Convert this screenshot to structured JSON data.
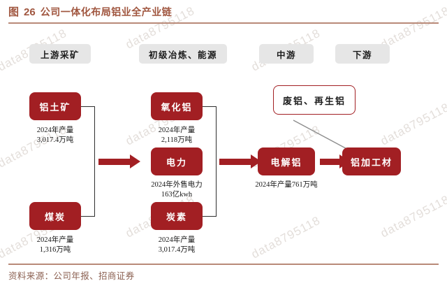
{
  "header": {
    "figure_word": "图",
    "figure_number": "26",
    "title": "公司一体化布局铝业全产业链",
    "accent_color": "#a0563f"
  },
  "footer": {
    "source": "资料来源：公司年报、招商证券"
  },
  "theme": {
    "node_red": "#a21f23",
    "lane_grey": "#e6e6e6",
    "line_dark": "#2e2e2e",
    "recycle_arrow_grey": "#8c8c8c"
  },
  "lanes": [
    {
      "label": "上游采矿"
    },
    {
      "label": "初级冶炼、能源"
    },
    {
      "label": "中游"
    },
    {
      "label": "下游"
    }
  ],
  "nodes": [
    {
      "id": "bauxite",
      "label": "铝土矿",
      "caption": "2024年产量\n3,017.4万吨"
    },
    {
      "id": "coal",
      "label": "煤炭",
      "caption": "2024年产量\n1,316万吨"
    },
    {
      "id": "alumina",
      "label": "氧化铝",
      "caption": "2024年产量\n2,118万吨"
    },
    {
      "id": "power",
      "label": "电力",
      "caption": "2024年外售电力\n163亿kwh"
    },
    {
      "id": "carbon",
      "label": "炭素",
      "caption": "2024年产量\n3,017.4万吨"
    },
    {
      "id": "smelter",
      "label": "电解铝",
      "caption": "2024年产量761万吨"
    },
    {
      "id": "processed",
      "label": "铝加工材",
      "caption": ""
    },
    {
      "id": "scrap",
      "label": "废铝、再生铝",
      "caption": ""
    }
  ],
  "watermarks": [
    "data8795118",
    "data8795118",
    "data8795118",
    "data8795118",
    "data8795118",
    "data8795118",
    "data8795118",
    "data8795118",
    "data8795118",
    "data8795118",
    "data8795118",
    "data8795118"
  ]
}
